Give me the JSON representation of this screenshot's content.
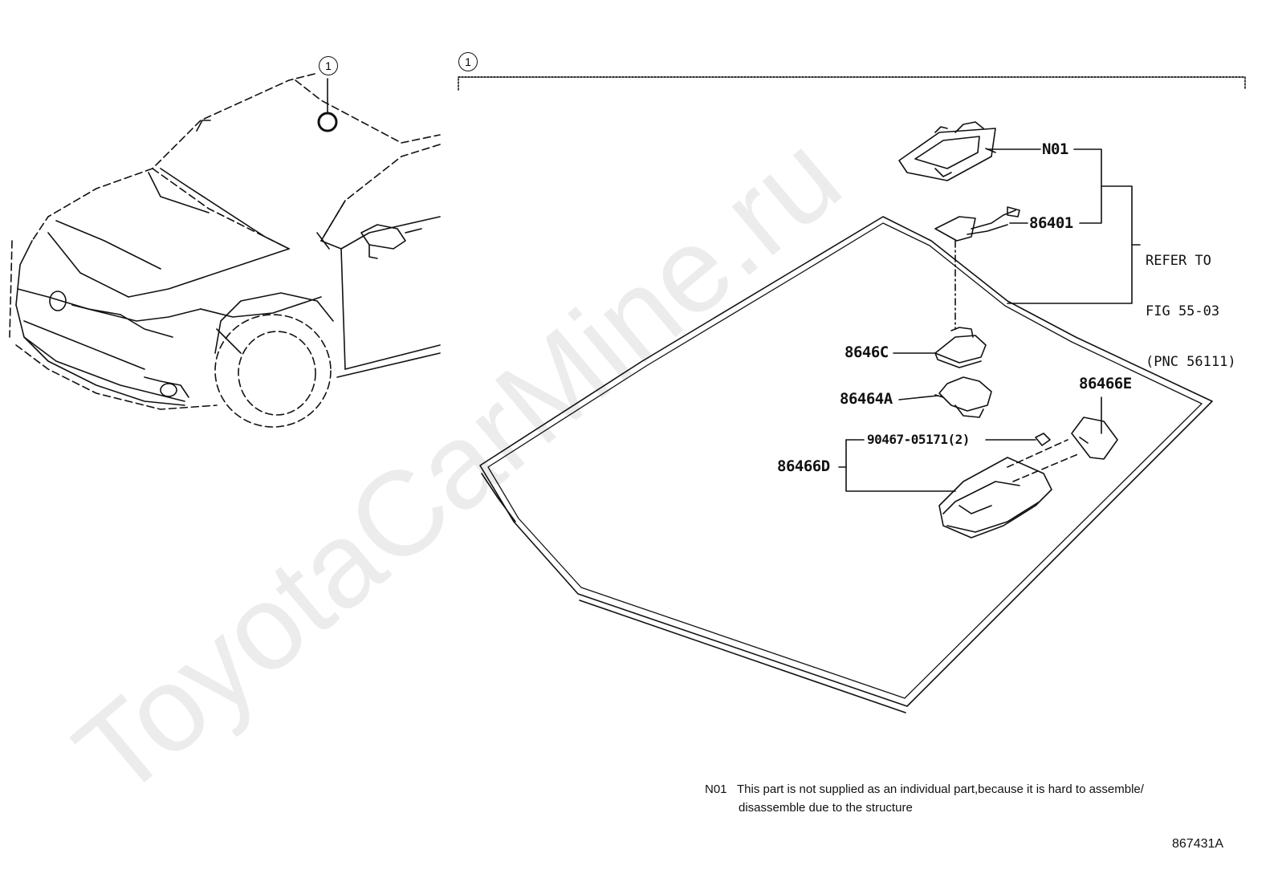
{
  "watermark": "ToyotaCarMine.ru",
  "callout_number": "1",
  "labels": {
    "n01": "N01",
    "p86401": "86401",
    "p8646c": "8646C",
    "p86464a": "86464A",
    "p86466e": "86466E",
    "p90467": "90467-05171(2)",
    "p86466d": "86466D"
  },
  "refer": {
    "line1": "REFER TO",
    "line2": "FIG 55-03",
    "line3": "(PNC 56111)"
  },
  "footnote": {
    "code": "N01",
    "line1": "This part is not supplied as an individual part,because it is hard to assemble/",
    "line2": "disassemble due to the structure"
  },
  "figure_id": "867431A"
}
